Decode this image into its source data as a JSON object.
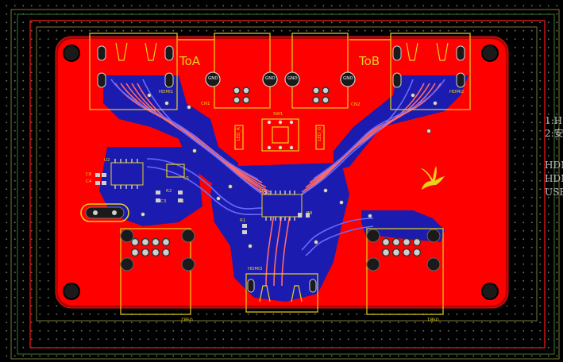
{
  "silkscreen": {
    "port_a": "ToA",
    "port_b": "ToB",
    "cn1": "CN1",
    "cn2": "CN2",
    "hdmi1": "HDMI1",
    "hdmi2": "HDMI2",
    "hdmi3": "HDMI3",
    "usb1": "USB1",
    "usb2": "USB2",
    "sw1": "SW1",
    "u1": "U1",
    "u2": "U2",
    "u3": "U3",
    "r1": "R1",
    "r2": "R2",
    "r8": "R8",
    "c1": "C1",
    "c3": "C3",
    "c4": "C4",
    "c6": "C6",
    "led_r": "LED_R",
    "led_g": "LED_G",
    "gnd": "GND"
  },
  "side_notes": [
    "1:H",
    "2:安",
    "HDM",
    "HDM",
    "USE"
  ],
  "colors": {
    "board_top": "#ff0000",
    "board_bottom": "#1b1bb0",
    "silkscreen": "#e8d21a",
    "keepout": "#d81818",
    "background": "#000000"
  }
}
